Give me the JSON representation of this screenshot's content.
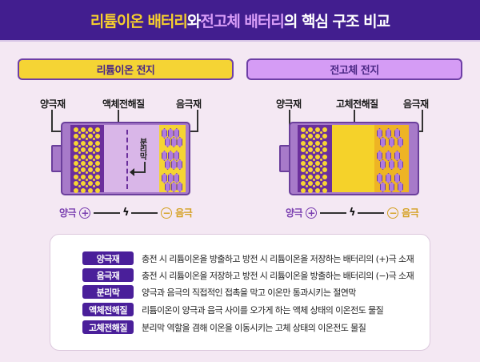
{
  "title": {
    "part1": "리튬이온 배터리",
    "part2": "와 ",
    "part3": "전고체 배터리",
    "part4": "의 핵심 구조 비교"
  },
  "colors": {
    "header_bg": "#421e8f",
    "yellow": "#f5d434",
    "purple_light": "#d59cf5",
    "cathode": "#6b2f9c",
    "battery_shell": "#a77ac9",
    "badge_bg": "#4a1f9a",
    "page_bg": "#f4e8f3"
  },
  "left": {
    "banner": "리튬이온 전지",
    "labels": {
      "cathode": "양극재",
      "electrolyte": "액체전해질",
      "anode": "음극재",
      "separator": "분리막"
    },
    "poles": {
      "positive": "양극",
      "positive_sign": "+",
      "negative_sign": "−",
      "negative": "음극",
      "bolt": "⚡"
    }
  },
  "right": {
    "banner": "전고체 전지",
    "labels": {
      "cathode": "양극재",
      "electrolyte": "고체전해질",
      "anode": "음극재"
    },
    "poles": {
      "positive": "양극",
      "positive_sign": "+",
      "negative_sign": "−",
      "negative": "음극",
      "bolt": "⚡"
    }
  },
  "legend": [
    {
      "term": "양극재",
      "desc": "충전 시 리튬이온을 방출하고 방전 시 리튬이온을 저장하는 배터리의 (+)극 소재"
    },
    {
      "term": "음극재",
      "desc": "충전 시 리튬이온을 저장하고 방전 시 리튬이온을 방출하는 배터리의 (−)극 소재"
    },
    {
      "term": "분리막",
      "desc": "양극과 음극의 직접적인 접촉을 막고 이온만 통과시키는 절연막"
    },
    {
      "term": "액체전해질",
      "desc": "리튬이온이 양극과 음극 사이를 오가게 하는 액체 상태의 이온전도 물질"
    },
    {
      "term": "고체전해질",
      "desc": "분리막 역할을 겸해 이온을 이동시키는 고체 상태의 이온전도 물질"
    }
  ]
}
